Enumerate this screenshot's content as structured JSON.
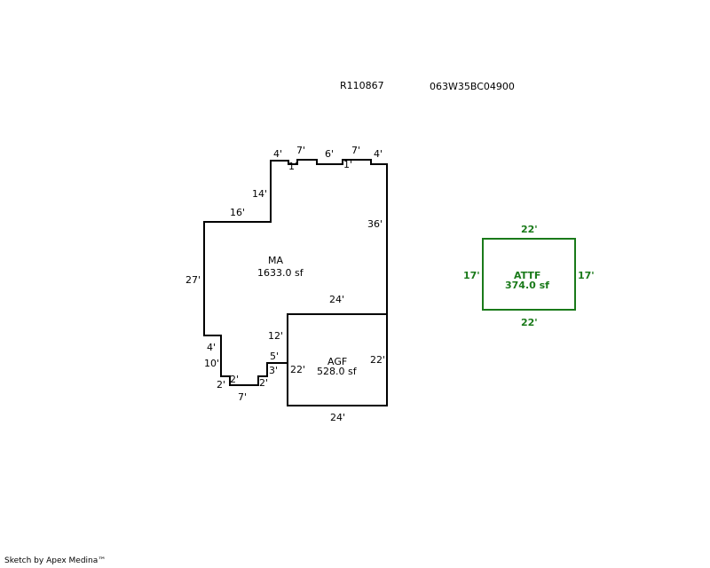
{
  "header": {
    "parcel_id": "R110867",
    "map_number": "063W35BC04900"
  },
  "areas": {
    "ma": {
      "label": "MA",
      "size": "1633.0 sf"
    },
    "agf": {
      "label": "AGF",
      "size": "528.0 sf"
    },
    "attf": {
      "label": "ATTF",
      "size": "374.0 sf"
    }
  },
  "dimensions": {
    "ma_top_4_left": "4'",
    "ma_top_7_left": "7'",
    "ma_top_6": "6'",
    "ma_top_7_right": "7'",
    "ma_top_4_right": "4'",
    "ma_step_1_left": "1'",
    "ma_step_1_right": "1'",
    "ma_14": "14'",
    "ma_16": "16'",
    "ma_36": "36'",
    "ma_27": "27'",
    "ma_24": "24'",
    "ma_12": "12'",
    "ma_4": "4'",
    "ma_10": "10'",
    "ma_5": "5'",
    "ma_3": "3'",
    "ma_2a": "2'",
    "ma_2b": "2'",
    "ma_2c": "2'",
    "ma_7": "7'",
    "agf_left": "22'",
    "agf_right": "22'",
    "agf_bottom": "24'",
    "attf_top": "22'",
    "attf_bottom": "22'",
    "attf_left": "17'",
    "attf_right": "17'"
  },
  "footer": {
    "credit": "Sketch by Apex Medina™"
  },
  "colors": {
    "main_outline": "#000000",
    "attf_outline": "#1a7a1a"
  }
}
